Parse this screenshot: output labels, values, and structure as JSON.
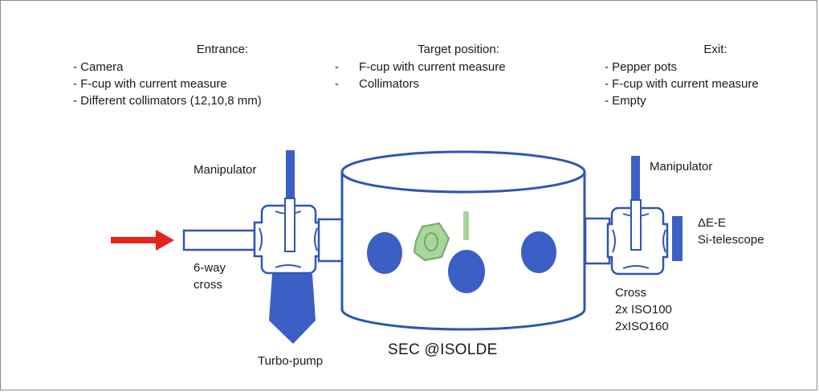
{
  "entrance": {
    "heading": "Entrance:",
    "items": [
      "- Camera",
      "- F-cup with current measure",
      "- Different collimators (12,10,8 mm)"
    ]
  },
  "target": {
    "heading": "Target position:",
    "items": [
      {
        "dash": "-",
        "text": "F-cup with current measure"
      },
      {
        "dash": "-",
        "text": "Collimators"
      }
    ]
  },
  "exit": {
    "heading": "Exit:",
    "items": [
      "- Pepper pots",
      "- F-cup with current measure",
      "- Empty"
    ]
  },
  "labels": {
    "manipulator_left": "Manipulator",
    "manipulator_right": "Manipulator",
    "cross_6way_line1": "6-way",
    "cross_6way_line2": "cross",
    "turbo_pump": "Turbo-pump",
    "chamber": "SEC @ISOLDE",
    "telescope_line1": "ΔE-E",
    "telescope_line2": "Si-telescope",
    "cross_line1": "Cross",
    "cross_line2": "2x ISO100",
    "cross_line3": "2xISO160"
  },
  "colors": {
    "outline": "#2f55b5",
    "fill": "#3b5fc4",
    "beam_arrow": "#e5231b",
    "target_holder": "#a8d59a",
    "target_holder_stroke": "#72a86a"
  }
}
